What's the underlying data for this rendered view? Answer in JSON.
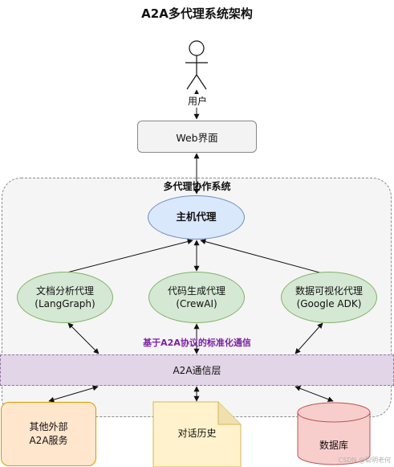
{
  "title": "A2A多代理系统架构",
  "user": {
    "label": "用户"
  },
  "web_interface": {
    "label": "Web界面"
  },
  "group": {
    "title": "多代理协作系统"
  },
  "host_agent": {
    "label": "主机代理"
  },
  "agents": [
    {
      "name": "文档分析代理",
      "framework": "(LangGraph)"
    },
    {
      "name": "代码生成代理",
      "framework": "(CrewAI)"
    },
    {
      "name": "数据可视化代理",
      "framework": "(Google ADK)"
    }
  ],
  "protocol_label": "基于A2A协议的标准化通信",
  "comm_layer": {
    "label": "A2A通信层"
  },
  "external": {
    "other_services": {
      "line1": "其他外部",
      "line2": "A2A服务"
    },
    "history": {
      "label": "对话历史"
    },
    "database": {
      "label": "数据库"
    }
  },
  "watermark": "CSDN @聪明老何",
  "colors": {
    "host": "#dae8fc",
    "agent": "#d5e8d4",
    "layer": "#e1d5e7",
    "services": "#ffe6cc",
    "history": "#fff2cc",
    "database": "#f8cecc",
    "protocol_text": "#7b1fa2"
  },
  "icons": {
    "user": "stick-figure-icon",
    "history": "folded-note-icon",
    "database": "cylinder-icon"
  }
}
